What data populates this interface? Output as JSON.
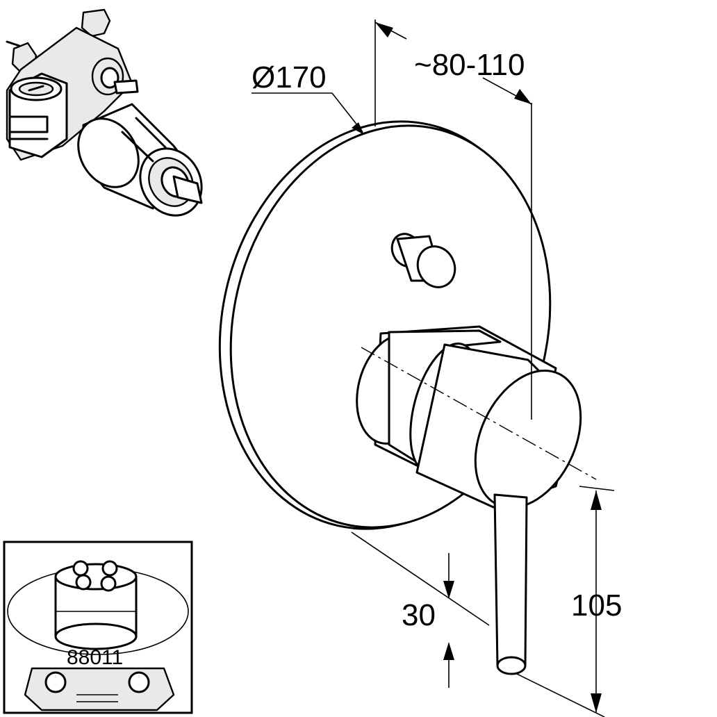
{
  "dimensions": {
    "diameter": "Ø170",
    "depth_range": "~80-110",
    "lever_offset": "30",
    "lever_height": "105"
  },
  "inset": {
    "part_number": "88011"
  }
}
